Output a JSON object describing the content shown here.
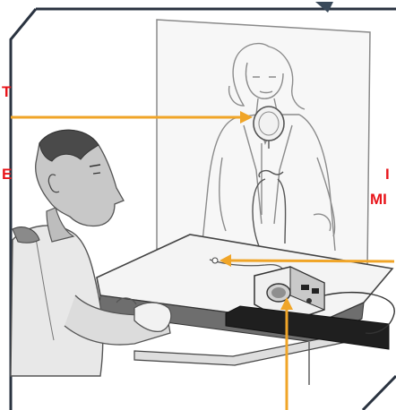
{
  "labels": {
    "left_top": "T",
    "left_mid": "E",
    "right_top": "I",
    "right_mid": "MI"
  },
  "colors": {
    "label": "#e8151b",
    "arrow": "#f0a528",
    "frame": "#2a3340",
    "line_art": "#7a7a7a"
  }
}
